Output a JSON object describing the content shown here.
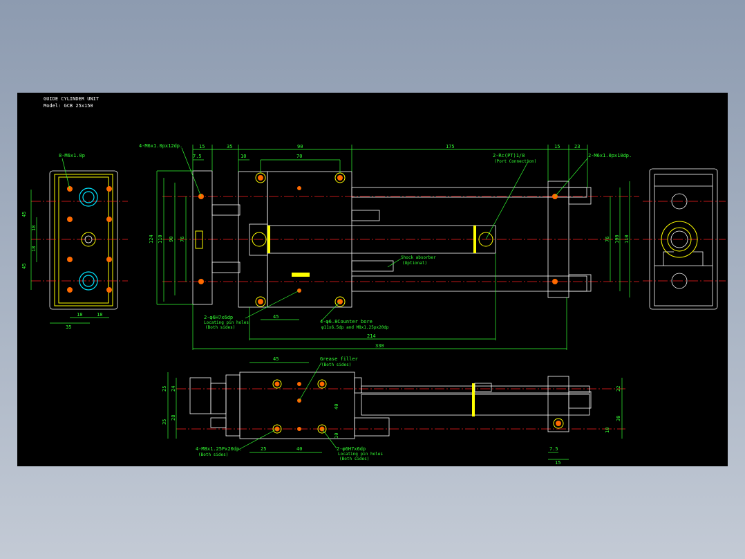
{
  "title_block": {
    "line1": "GUIDE CYLINDER UNIT",
    "line2": "Model: GCB 25x150"
  },
  "top_view_dims": {
    "d15": "15",
    "d35": "35",
    "d90": "90",
    "d175": "175",
    "d15b": "15",
    "d23": "23",
    "d75": "7.5",
    "d10": "10",
    "d70": "70",
    "d124": "124",
    "d110": "110",
    "d90v": "90",
    "d76": "76",
    "d76r": "76",
    "d100r": "100",
    "d110r": "110",
    "d45": "45",
    "d214": "214",
    "d330": "330"
  },
  "top_view_notes": {
    "tap_left": "4-M6x1.0px12dp.",
    "tap_right": "2-M6x1.0px10dp.",
    "port": "2-Rc(PT)1/8",
    "port_sub": "(Port Connection)",
    "shock": "Shock absorber",
    "shock_sub": "(Optional)",
    "pin": "2-φ6H7x6dp",
    "pin_sub1": "Locating pin holes",
    "pin_sub2": "(Both sides)",
    "bore": "4-φ6.8Counter bore",
    "bore_sub": "φ11x6.5dp and M8x1.25px20dp"
  },
  "end_view_left": {
    "note": "8-M6x1.0p",
    "d45a": "45",
    "d18a": "18",
    "d18b": "18",
    "d45b": "45",
    "d35": "35",
    "d18c": "18",
    "d18d": "18"
  },
  "side_view": {
    "d45": "45",
    "grease": "Grease filler",
    "grease_sub": "(Both sides)",
    "d25": "25",
    "d24": "24",
    "d35": "35",
    "d28": "28",
    "d40": "40",
    "d10": "10",
    "d22": "22",
    "d30": "30",
    "d10b": "10",
    "tap": "4-M8x1.25Px20dp.",
    "tap_sub": "(Both sides)",
    "d25b": "25",
    "d40b": "40",
    "pin": "2-φ6H7x6dp",
    "pin_sub1": "Locating pin holes",
    "pin_sub2": "(Both sides)",
    "d75": "7.5",
    "d15": "15"
  }
}
